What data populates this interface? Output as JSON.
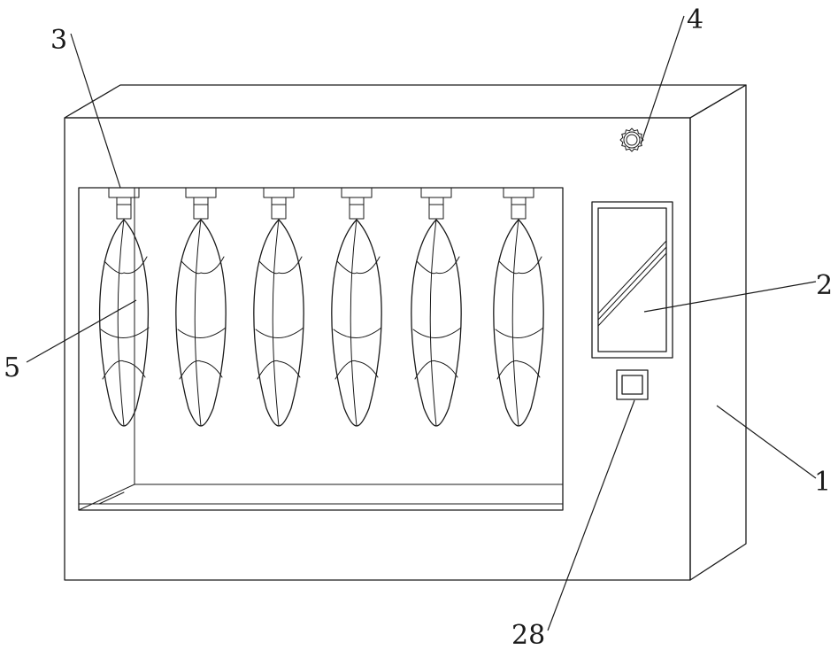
{
  "callouts": {
    "housing": "1",
    "display_window": "2",
    "hanger_mount": "3",
    "knob": "4",
    "sausage": "5",
    "button": "28"
  },
  "colors": {
    "line": "#1a1a1a",
    "background": "#ffffff"
  }
}
